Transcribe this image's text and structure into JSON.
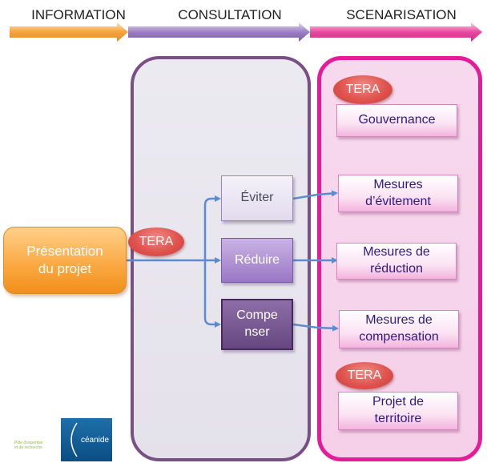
{
  "stages": {
    "information": "INFORMATION",
    "consultation": "CONSULTATION",
    "scenarisation": "SCENARISATION"
  },
  "colors": {
    "information": "#f7a23c",
    "consultation": "#9b7fc4",
    "scenarisation": "#e8489f",
    "consultation_border": "#7a4f86",
    "scenarisation_border": "#e51b99",
    "connector": "#5b8ccf",
    "tera": "#e0534e",
    "presentation": "#f9a036"
  },
  "presentation": {
    "line1": "Présentation",
    "line2": "du projet"
  },
  "tera_label": "TERA",
  "options": {
    "eviter": "Éviter",
    "reduire": "Réduire",
    "compenser_line1": "Compe",
    "compenser_line2": "nser"
  },
  "mesures": {
    "gouvernance": "Gouvernance",
    "evitement_line1": "Mesures",
    "evitement_line2": "d’évitement",
    "reduction_line1": "Mesures de",
    "reduction_line2": "réduction",
    "compensation_line1": "Mesures de",
    "compensation_line2": "compensation",
    "territoire_line1": "Projet de",
    "territoire_line2": "territoire"
  },
  "logo": {
    "name": "céanide",
    "tagline_line1": "Pôle d'expertise",
    "tagline_line2": "et de recherche"
  }
}
